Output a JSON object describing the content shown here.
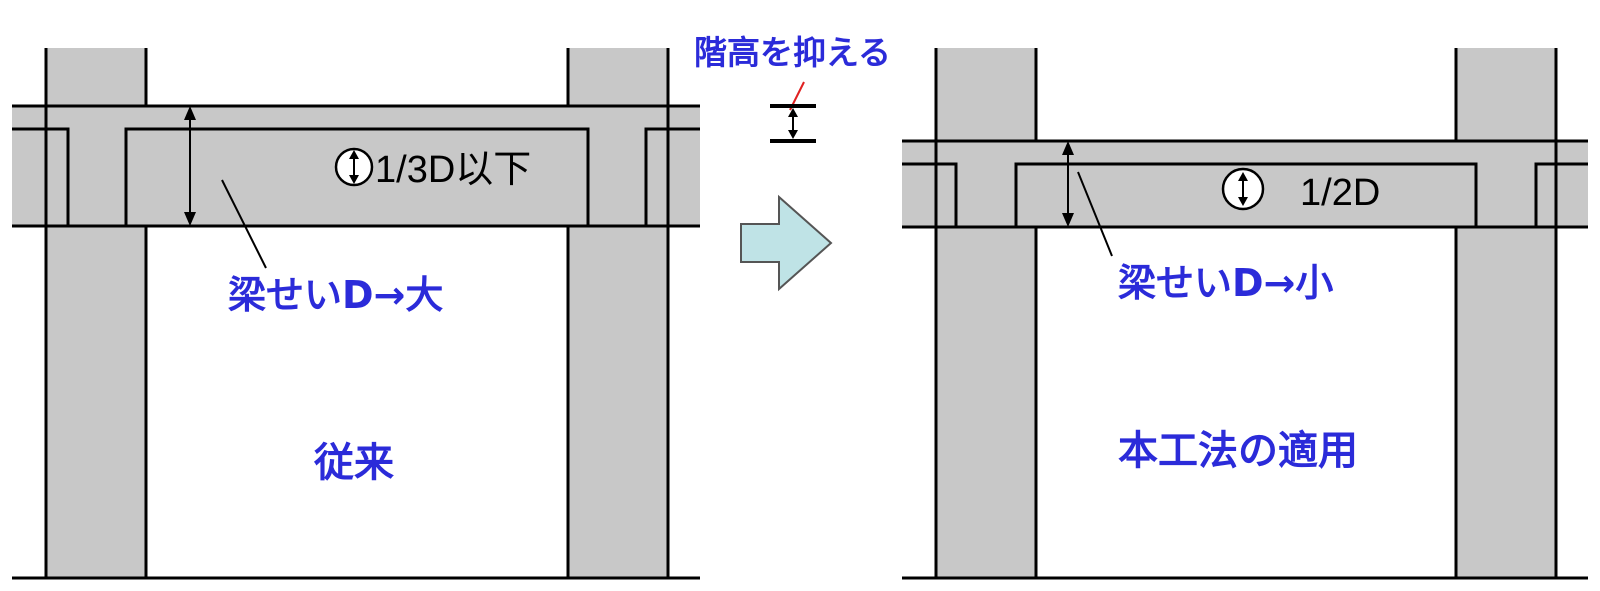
{
  "colors": {
    "member_fill": "#c8c8c8",
    "stroke": "#000000",
    "label_blue": "#2b2bd9",
    "leader_red": "#e02020",
    "arrow_fill": "#bfe3e6",
    "arrow_stroke": "#555555"
  },
  "left": {
    "ratio_label": "1/3D以下",
    "beam_depth_label": "梁せいD→大",
    "caption": "従来"
  },
  "middle": {
    "story_height_label": "階高を抑える"
  },
  "right": {
    "ratio_label": "1/2D",
    "beam_depth_label": "梁せいD→小",
    "caption": "本工法の適用"
  },
  "icons": {
    "opening": "circular-opening-icon",
    "transition": "right-arrow-icon"
  }
}
